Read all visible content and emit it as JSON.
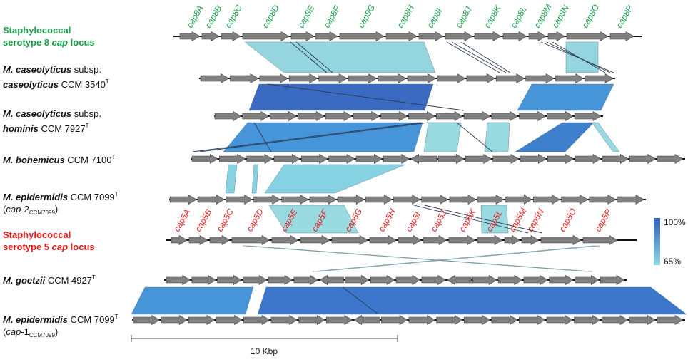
{
  "labels": {
    "sa8_line1": "Staphylococcal",
    "sa8_line2a": "serotype 8 ",
    "sa8_line2b": "cap",
    "sa8_line2c": " locus",
    "mcc_line1": "M. caseolyticus",
    "mcc_line1b": " subsp.",
    "mcc_line2": "caseolyticus",
    "mcc_line2b": " CCM 3540",
    "mch_line1": "M. caseolyticus",
    "mch_line1b": " subsp.",
    "mch_line2": "hominis",
    "mch_line2b": " CCM 7927",
    "mb_a": "M. bohemicus",
    "mb_b": " CCM 7100",
    "me2_a": "M. epidermidis",
    "me2_b": " CCM 7099",
    "me2_c": "(",
    "me2_d": "cap",
    "me2_e": "-2",
    "me2_f": "CCM7099",
    "me2_g": ")",
    "sa5_line1": "Staphylococcal",
    "sa5_line2a": "serotype 5 ",
    "sa5_line2b": "cap",
    "sa5_line2c": " locus",
    "mg_a": "M. goetzii",
    "mg_b": " CCM 4927",
    "me1_a": "M. epidermidis",
    "me1_b": " CCM 7099",
    "me1_c": "(",
    "me1_d": "cap",
    "me1_e": "-1",
    "me1_f": "CCM7099",
    "me1_g": ")",
    "type_mark": "T"
  },
  "gene_labels_8": [
    "cap8A",
    "cap8B",
    "cap8C",
    "cap8D",
    "cap8E",
    "cap8F",
    "cap8G",
    "cap8H",
    "cap8I",
    "cap8J",
    "cap8K",
    "cap8L",
    "cap8M",
    "cap8N",
    "cap8O",
    "cap8P"
  ],
  "gene_labels_5": [
    "cap5A",
    "cap5B",
    "cap5C",
    "cap5D",
    "cap5E",
    "cap5F",
    "cap5G",
    "cap5H",
    "cap5I",
    "cap5J",
    "cap5K",
    "cap5L",
    "cap5M",
    "cap5N",
    "cap5O",
    "cap5P"
  ],
  "legend": {
    "max_label": "100%",
    "min_label": "65%",
    "max_color": "#2f5fb8",
    "min_color": "#8fd8e0"
  },
  "scale": {
    "label": "10 Kbp"
  },
  "colors": {
    "gene": "#808080",
    "gene_stroke": "#404040",
    "label_green": "#1aa04a",
    "label_red": "#e31b1b"
  }
}
